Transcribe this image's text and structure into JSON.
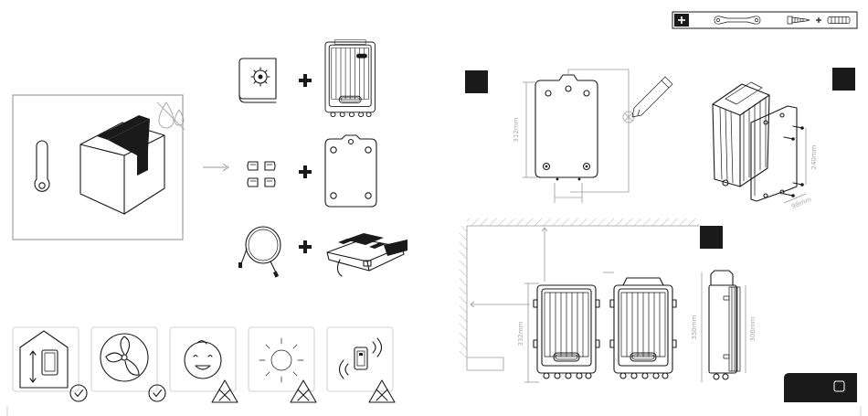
{
  "dimensions": {
    "mounting_height": "312mm",
    "rear_height": "240mm",
    "rear_width": "98mm",
    "device_height": "332mm",
    "side_height_total": "350mm",
    "side_height_body": "306mm"
  },
  "colors": {
    "ink": "#1a1a1a",
    "panel_gray": "#a0a0a0",
    "dimension_gray": "#a8a8a8",
    "background": "#ffffff"
  },
  "icons": {
    "toolbar": [
      "plus-icon",
      "wrench-icon",
      "screw-icon",
      "wall-plug-icon"
    ],
    "storage": [
      "thermometer-icon",
      "cardboard-box-icon",
      "no-water-icon"
    ],
    "contents": [
      "manual-gear-icon",
      "charger-unit-icon",
      "clips-icon",
      "mounting-plate-icon",
      "cable-coil-icon",
      "remote-panel-icon"
    ],
    "conditions": [
      "indoor-house-icon",
      "ventilation-fan-icon",
      "child-face-icon",
      "sun-icon",
      "vibration-icon"
    ],
    "badges": [
      "check-icon",
      "check-icon",
      "cross-warning-icon",
      "cross-warning-icon",
      "cross-warning-icon"
    ]
  }
}
